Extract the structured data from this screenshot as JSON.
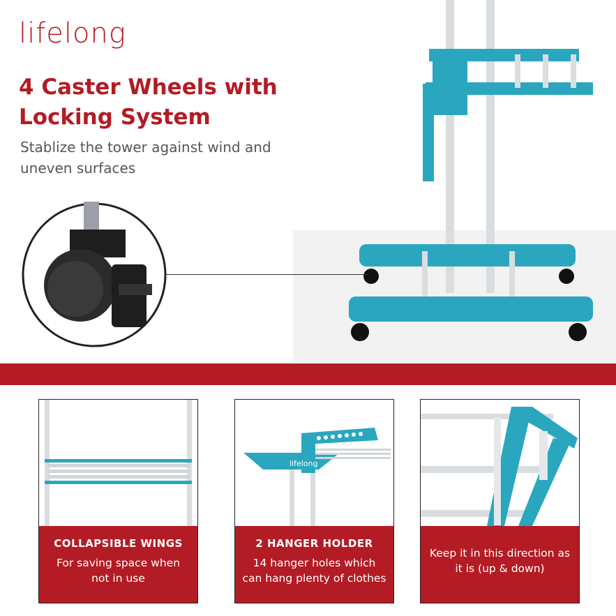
{
  "brand": {
    "logo_text": "lifelong",
    "accent_color": "#b31c24",
    "product_color": "#2aa7bf"
  },
  "hero": {
    "title": "4 Caster Wheels with Locking System",
    "subtitle": "Stablize the tower against wind and uneven surfaces"
  },
  "features": [
    {
      "title": "COLLAPSIBLE WINGS",
      "body": "For saving space when not in use"
    },
    {
      "title": "2 HANGER HOLDER",
      "body": "14 hanger holes which can hang plenty of clothes",
      "product_label": "lifelong"
    },
    {
      "title": "",
      "body": "Keep it in this direction as it is (up & down)"
    }
  ]
}
